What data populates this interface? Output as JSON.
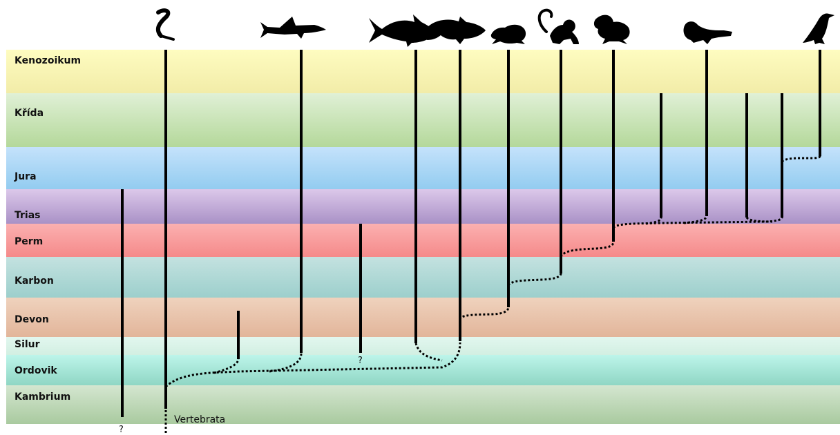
{
  "eras": [
    {
      "id": "kenozoikum",
      "label": "Kenozoikum",
      "color_top": "#fefcc0",
      "color_bottom": "#f2eca8"
    },
    {
      "id": "krida",
      "label": "Křída",
      "color_top": "#e0f0d6",
      "color_bottom": "#b4d89a"
    },
    {
      "id": "jura",
      "label": "Jura",
      "color_top": "#c4e2fb",
      "color_bottom": "#93ccf0"
    },
    {
      "id": "trias",
      "label": "Trias",
      "color_top": "#dcc8ea",
      "color_bottom": "#a991c6"
    },
    {
      "id": "perm",
      "label": "Perm",
      "color_top": "#fbb0b0",
      "color_bottom": "#f58a8a"
    },
    {
      "id": "karbon",
      "label": "Karbon",
      "color_top": "#c4e2e0",
      "color_bottom": "#9ccfcc"
    },
    {
      "id": "devon",
      "label": "Devon",
      "color_top": "#efd2bd",
      "color_bottom": "#e2b59a"
    },
    {
      "id": "silur",
      "label": "Silur",
      "color_top": "#e2f7ef",
      "color_bottom": "#d2efe2"
    },
    {
      "id": "ordovik",
      "label": "Ordovik",
      "color_top": "#bdf5ea",
      "color_bottom": "#8fd6c4"
    },
    {
      "id": "kambrium",
      "label": "Kambrium",
      "color_top": "#d4e6d0",
      "color_bottom": "#a9ca9f"
    }
  ],
  "annotations": {
    "vertebrata": "Vertebrata",
    "question_mark_silur": "?",
    "question_mark_bottom": "?"
  },
  "silhouettes": [
    "eel-silhouette-icon",
    "shark-silhouette-icon",
    "tuna-silhouette-icon",
    "coelacanth-silhouette-icon",
    "frog-silhouette-icon",
    "monkey-silhouette-icon",
    "turtle-silhouette-icon",
    "crocodile-silhouette-icon",
    "bird-silhouette-icon"
  ],
  "colors": {
    "line": "#000000",
    "text": "#111111"
  }
}
